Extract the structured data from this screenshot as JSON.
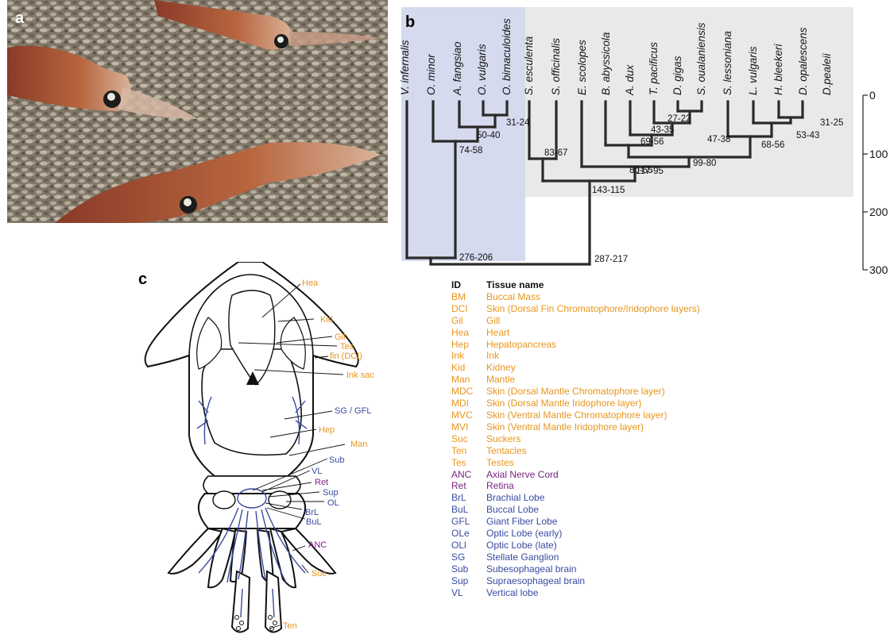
{
  "panels": {
    "a": "a",
    "b": "b",
    "c": "c"
  },
  "colors": {
    "orange": "#E8961C",
    "purple": "#7B2383",
    "blue": "#3A4BA0",
    "bg_blue": "#D6DAEE",
    "bg_gray": "#E8EAE8"
  },
  "tree": {
    "taxa": [
      "V. infernalis",
      "O. minor",
      "A. fangsiao",
      "O. vulgaris",
      "O. bimaculoides",
      "S. esculenta",
      "S. officinalis",
      "E. scolopes",
      "B. abyssicola",
      "A. dux",
      "T. pacificus",
      "D. gigas",
      "S. oualaniensis",
      "S. lessoniana",
      "L. vulgaris",
      "H. bleekeri",
      "D. opalescens",
      "D.pealeii"
    ],
    "node_labels": [
      "31-24",
      "50-40",
      "74-58",
      "276-206",
      "27-22",
      "43-35",
      "69-56",
      "80-65",
      "47-38",
      "31-25",
      "53-43",
      "68-56",
      "99-80",
      "117-95",
      "83-67",
      "143-115",
      "287-217"
    ],
    "axis_ticks": [
      "0",
      "100",
      "200",
      "300"
    ]
  },
  "legend": {
    "header": {
      "id": "ID",
      "name": "Tissue name"
    },
    "rows": [
      {
        "id": "BM",
        "name": "Buccal Mass",
        "group": "orange"
      },
      {
        "id": "DCI",
        "name": "Skin (Dorsal Fin Chromatophore/Iridophore layers)",
        "group": "orange"
      },
      {
        "id": "Gil",
        "name": "Gill",
        "group": "orange"
      },
      {
        "id": "Hea",
        "name": "Heart",
        "group": "orange"
      },
      {
        "id": "Hep",
        "name": "Hepatopancreas",
        "group": "orange"
      },
      {
        "id": "Ink",
        "name": "Ink",
        "group": "orange"
      },
      {
        "id": "Kid",
        "name": "Kidney",
        "group": "orange"
      },
      {
        "id": "Man",
        "name": "Mantle",
        "group": "orange"
      },
      {
        "id": "MDC",
        "name": "Skin (Dorsal Mantle Chromatophore layer)",
        "group": "orange"
      },
      {
        "id": "MDI",
        "name": "Skin (Dorsal Mantle Iridophore layer)",
        "group": "orange"
      },
      {
        "id": "MVC",
        "name": "Skin (Ventral Mantle Chromatophore layer)",
        "group": "orange"
      },
      {
        "id": "MVI",
        "name": "Skin (Ventral Mantle Iridophore layer)",
        "group": "orange"
      },
      {
        "id": "Suc",
        "name": "Suckers",
        "group": "orange"
      },
      {
        "id": "Ten",
        "name": "Tentacles",
        "group": "orange"
      },
      {
        "id": "Tes",
        "name": "Testes",
        "group": "orange"
      },
      {
        "id": "ANC",
        "name": "Axial Nerve Cord",
        "group": "purple"
      },
      {
        "id": "Ret",
        "name": "Retina",
        "group": "purple"
      },
      {
        "id": "BrL",
        "name": "Brachial Lobe",
        "group": "blue"
      },
      {
        "id": "BuL",
        "name": "Buccal Lobe",
        "group": "blue"
      },
      {
        "id": "GFL",
        "name": "Giant Fiber Lobe",
        "group": "blue"
      },
      {
        "id": "OLe",
        "name": "Optic Lobe (early)",
        "group": "blue"
      },
      {
        "id": "OLl",
        "name": "Optic Lobe (late)",
        "group": "blue"
      },
      {
        "id": "SG",
        "name": "Stellate Ganglion",
        "group": "blue"
      },
      {
        "id": "Sub",
        "name": "Subesophageal brain",
        "group": "blue"
      },
      {
        "id": "Sup",
        "name": "Supraesophageal brain",
        "group": "blue"
      },
      {
        "id": "VL",
        "name": "Vertical lobe",
        "group": "blue"
      }
    ]
  },
  "squid_labels": [
    {
      "text": "Hea",
      "group": "orange"
    },
    {
      "text": "Kid",
      "group": "orange"
    },
    {
      "text": "Gil",
      "group": "orange"
    },
    {
      "text": "Tes",
      "group": "orange"
    },
    {
      "text": "fin (DCI)",
      "group": "orange"
    },
    {
      "text": "Ink sac",
      "group": "orange"
    },
    {
      "text": "SG / GFL",
      "group": "blue"
    },
    {
      "text": "Hep",
      "group": "orange"
    },
    {
      "text": "Man",
      "group": "orange"
    },
    {
      "text": "Sub",
      "group": "blue"
    },
    {
      "text": "VL",
      "group": "blue"
    },
    {
      "text": "Ret",
      "group": "purple"
    },
    {
      "text": "Sup",
      "group": "blue"
    },
    {
      "text": "OL",
      "group": "blue"
    },
    {
      "text": "BrL",
      "group": "blue"
    },
    {
      "text": "BuL",
      "group": "blue"
    },
    {
      "text": "ANC",
      "group": "purple"
    },
    {
      "text": "Suc",
      "group": "orange"
    },
    {
      "text": "Ten",
      "group": "orange"
    }
  ]
}
